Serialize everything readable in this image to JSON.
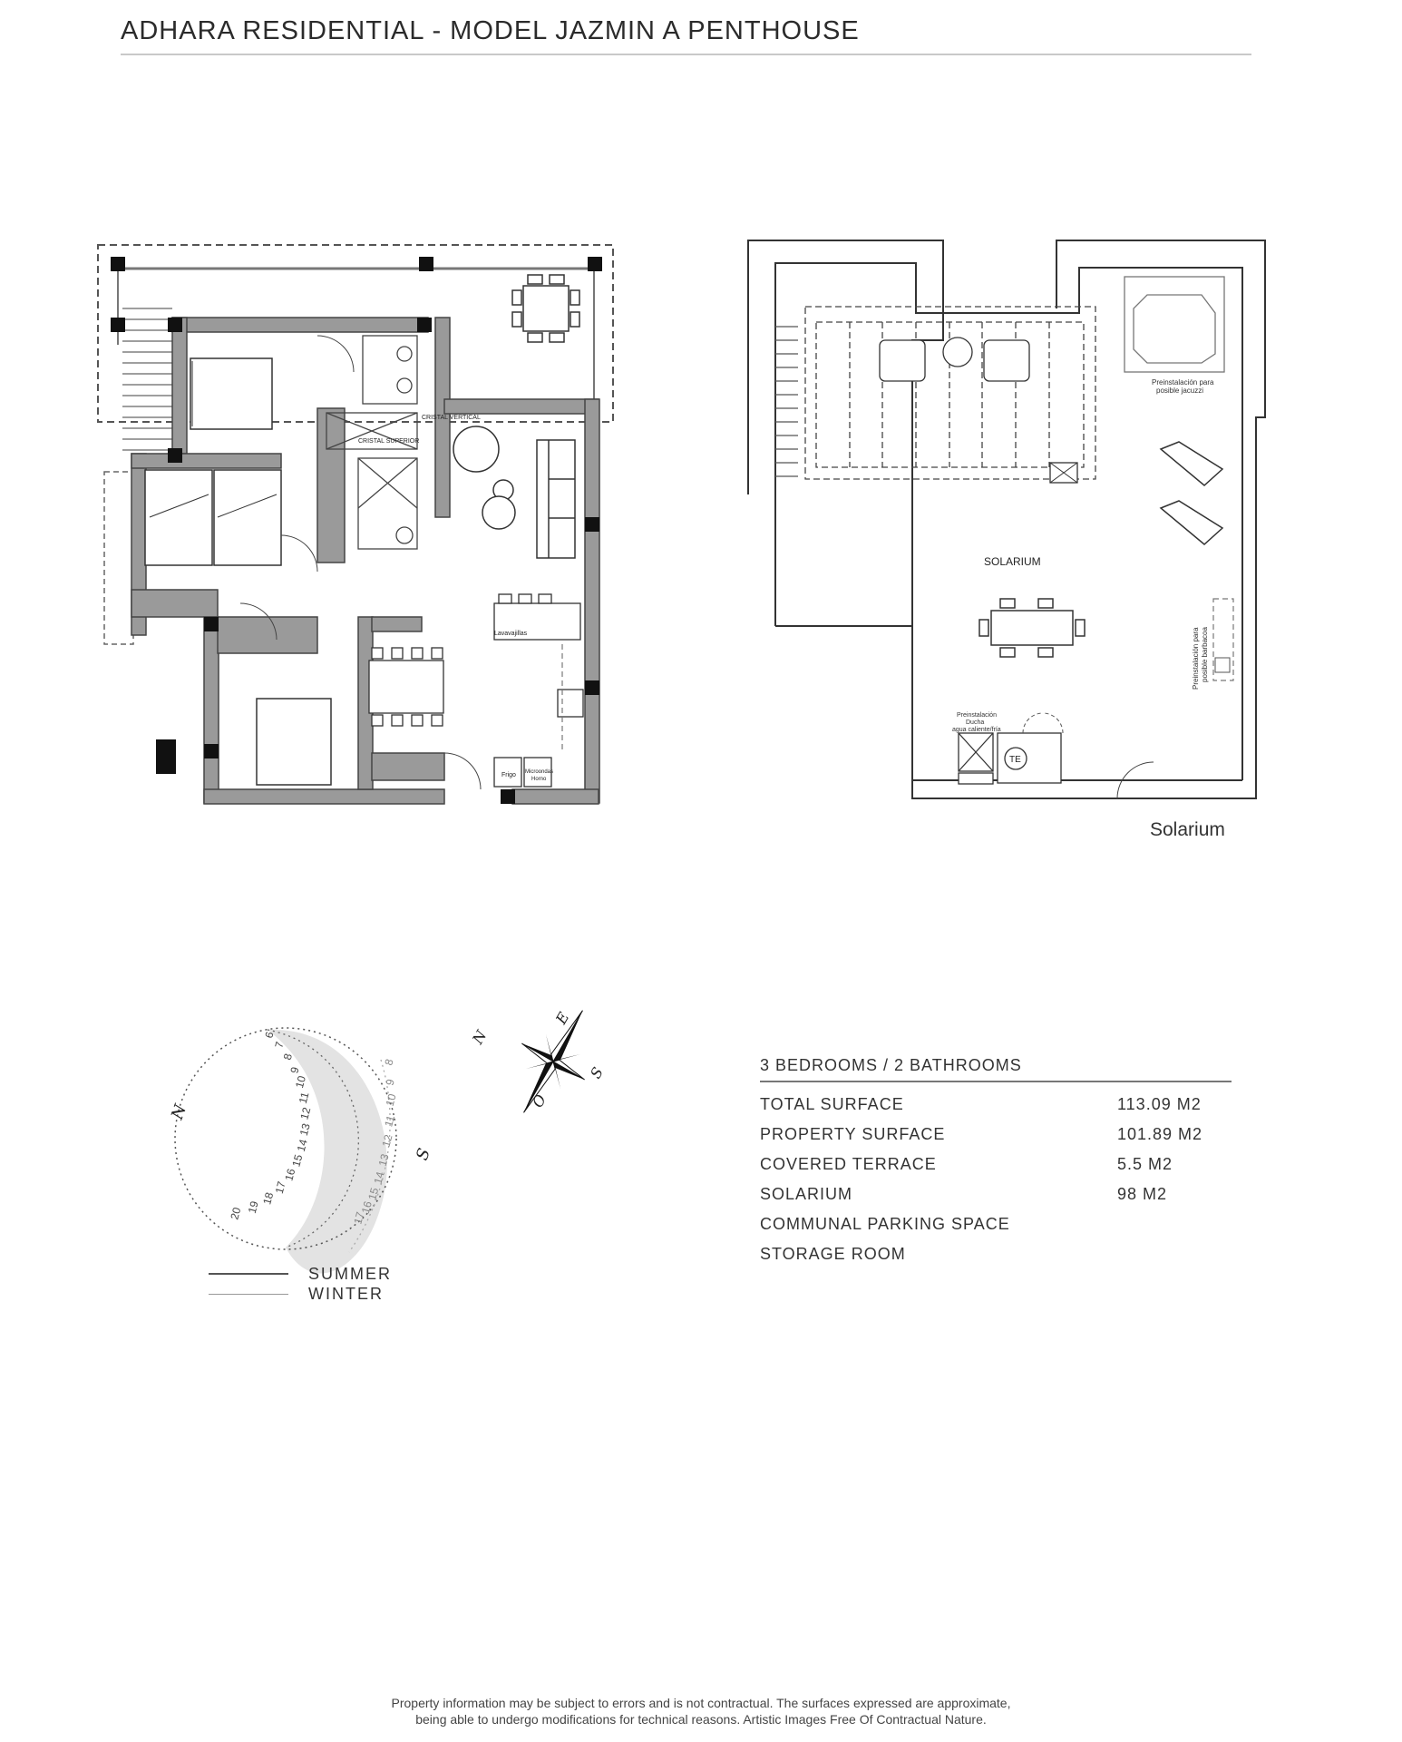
{
  "header": {
    "title": "ADHARA RESIDENTIAL - MODEL JAZMIN A PENTHOUSE"
  },
  "floor_plan": {
    "labels": {
      "cristal_vertical": "CRISTAL VERTICAL",
      "cristal_superior": "CRISTAL SUPERIOR",
      "lavavajillas": "Lavavajillas",
      "frigo": "Frigo",
      "microondas": "Microondas",
      "horno": "Horno"
    }
  },
  "solarium_plan": {
    "room_label": "SOLARIUM",
    "jacuzzi_line1": "Preinstalación para",
    "jacuzzi_line2": "posible jacuzzi",
    "barbacoa_line1": "Preinstalación para",
    "barbacoa_line2": "posible barbacoa",
    "ducha_line1": "Preinstalación",
    "ducha_line2": "Ducha",
    "ducha_line3": "agua caliente/fría",
    "te_label": "TE",
    "caption": "Solarium"
  },
  "sun_diagram": {
    "north": "N",
    "south": "S",
    "summer_hours": [
      "6",
      "7",
      "8",
      "9",
      "10",
      "11",
      "12",
      "13",
      "14",
      "15",
      "16",
      "17",
      "18",
      "19",
      "20"
    ],
    "winter_hours": [
      "8",
      "9",
      "10",
      "11",
      "12",
      "13",
      "14",
      "15",
      "16",
      "17"
    ],
    "legend": {
      "summer": "SUMMER",
      "winter": "WINTER"
    }
  },
  "compass": {
    "n": "N",
    "e": "E",
    "s": "S",
    "o": "O"
  },
  "specs": {
    "heading": "3 BEDROOMS / 2 BATHROOMS",
    "rows": [
      {
        "name": "TOTAL SURFACE",
        "value": "113.09 M2"
      },
      {
        "name": "PROPERTY SURFACE",
        "value": "101.89 M2"
      },
      {
        "name": "COVERED TERRACE",
        "value": "5.5 M2"
      },
      {
        "name": "SOLARIUM",
        "value": "98 M2"
      },
      {
        "name": "COMMUNAL PARKING SPACE",
        "value": ""
      },
      {
        "name": "STORAGE ROOM",
        "value": ""
      }
    ]
  },
  "disclaimer": {
    "line1": "Property information may be subject to errors and is not contractual. The surfaces expressed are approximate,",
    "line2": "being able to undergo modifications for technical reasons. Artistic Images Free Of Contractual Nature."
  }
}
